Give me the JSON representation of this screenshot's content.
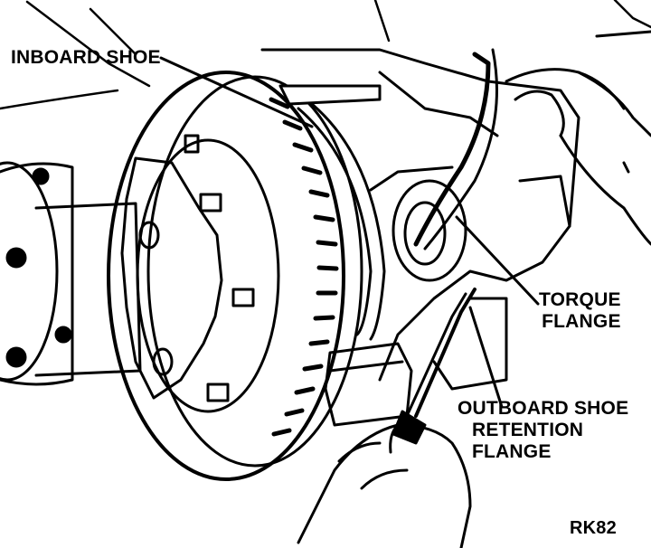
{
  "labels": {
    "inboard_shoe": "INBOARD SHOE",
    "torque_flange_line1": "TORQUE",
    "torque_flange_line2": "FLANGE",
    "outboard_line1": "OUTBOARD SHOE",
    "outboard_line2": "RETENTION",
    "outboard_line3": "FLANGE",
    "figure_code": "RK82"
  }
}
